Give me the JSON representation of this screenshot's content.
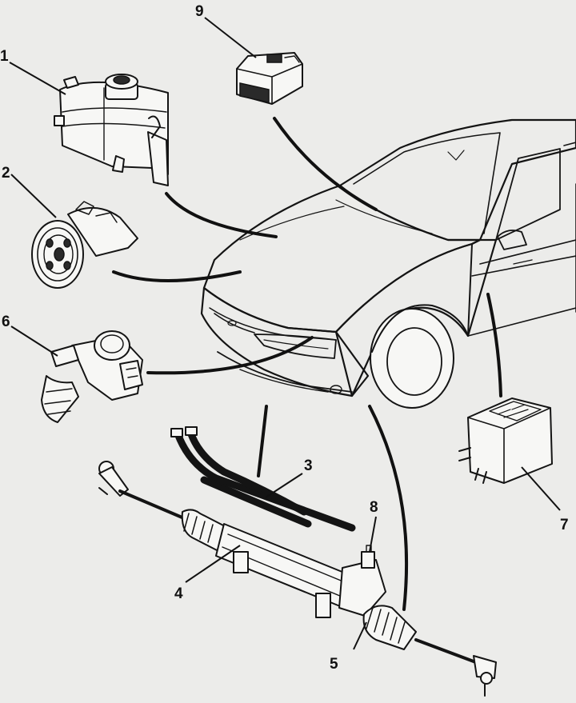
{
  "diagram": {
    "labels": [
      {
        "id": "1",
        "text": "1"
      },
      {
        "id": "2",
        "text": "2"
      },
      {
        "id": "3",
        "text": "3"
      },
      {
        "id": "4",
        "text": "4"
      },
      {
        "id": "5",
        "text": "5"
      },
      {
        "id": "6",
        "text": "6"
      },
      {
        "id": "7",
        "text": "7"
      },
      {
        "id": "8",
        "text": "8"
      },
      {
        "id": "9",
        "text": "9"
      }
    ],
    "components": [
      {
        "label": "1",
        "icon": "reservoir-tank-icon"
      },
      {
        "label": "2",
        "icon": "pump-pulley-icon"
      },
      {
        "label": "3",
        "icon": "hydraulic-pipes-icon"
      },
      {
        "label": "4",
        "icon": "steering-rack-icon"
      },
      {
        "label": "5",
        "icon": "rubber-boot-icon"
      },
      {
        "label": "6",
        "icon": "sensor-valve-icon"
      },
      {
        "label": "7",
        "icon": "relay-box-icon"
      },
      {
        "label": "8",
        "icon": "valve-body-icon"
      },
      {
        "label": "9",
        "icon": "connector-plug-icon"
      }
    ],
    "background_color": "#ececea",
    "ink_color": "#141414"
  }
}
